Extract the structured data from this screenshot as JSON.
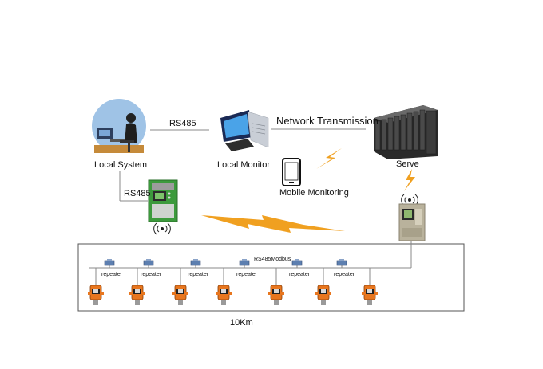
{
  "nodes": {
    "local_system": "Local System",
    "local_monitor": "Local Monitor",
    "serve": "Serve",
    "mobile": "Mobile Monitoring"
  },
  "links": {
    "rs485_top": "RS485",
    "network": "Network Transmission",
    "rs485_controller": "RS485",
    "bus": "RS485Modbus"
  },
  "repeater_label": "repeater",
  "repeater_count": 6,
  "detector_count": 7,
  "distance": "10Km",
  "colors": {
    "detector": "#e8761e",
    "lightning": "#f0a020",
    "controller_green": "#3c9a3c",
    "server": "#3a3a3a"
  }
}
